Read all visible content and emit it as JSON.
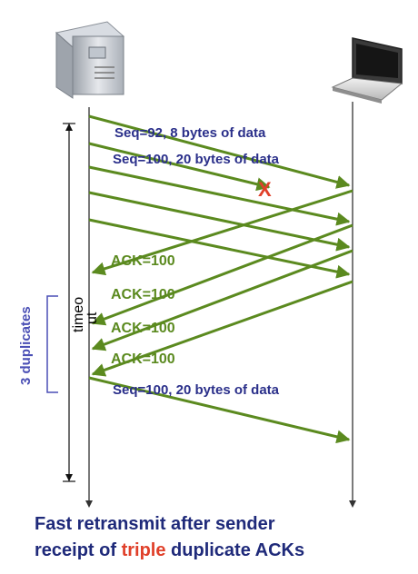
{
  "colors": {
    "arrow": "#5b8a1f",
    "label_blue": "#2a2f8a",
    "side_label": "#4a4fb5",
    "loss_mark": "#e0402a",
    "caption": "#1f2a7a"
  },
  "icons": {
    "sender": "server-icon",
    "receiver": "laptop-icon"
  },
  "messages": {
    "seq92": "Seq=92, 8 bytes of data",
    "seq100": "Seq=100, 20 bytes of data",
    "ack1": "ACK=100",
    "ack2": "ACK=100",
    "ack3": "ACK=100",
    "ack4": "ACK=100",
    "retransmit": "Seq=100, 20 bytes of data"
  },
  "loss_mark": "X",
  "timeout_label": "timeo ut",
  "timeout_line1": "timeo",
  "timeout_line2": "ut",
  "duplicates_label": "3 duplicates",
  "caption": {
    "line1": "Fast retransmit after sender",
    "line2_pre": "receipt of ",
    "line2_highlight": "triple",
    "line2_post": " duplicate ACKs"
  }
}
